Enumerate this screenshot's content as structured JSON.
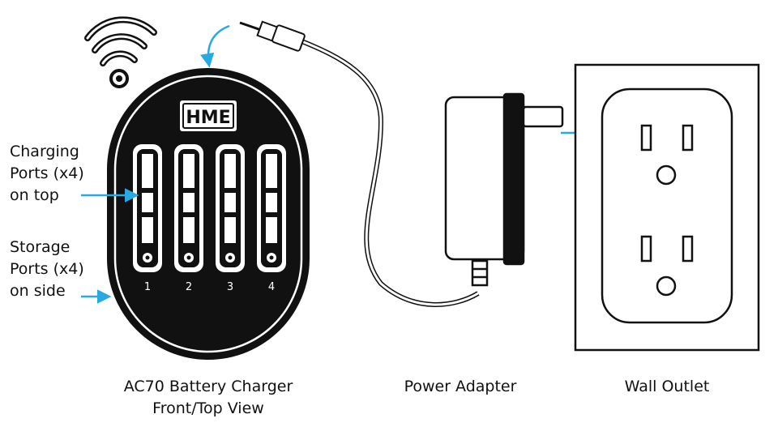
{
  "colors": {
    "line": "#111111",
    "arrow": "#29a9e1",
    "device_fill": "#111111",
    "background": "#ffffff"
  },
  "icons": {
    "wireless": "wifi-signal-icon",
    "brand_badge": "hme-logo"
  },
  "charger": {
    "brand": "HME",
    "port_numbers": [
      "1",
      "2",
      "3",
      "4"
    ]
  },
  "callouts": {
    "charging_ports": [
      "Charging",
      "Ports (x4)",
      "on top"
    ],
    "storage_ports": [
      "Storage",
      "Ports (x4)",
      "on side"
    ]
  },
  "captions": {
    "charger": [
      "AC70 Battery Charger",
      "Front/Top View"
    ],
    "adapter": [
      "Power Adapter"
    ],
    "outlet": [
      "Wall Outlet"
    ]
  }
}
